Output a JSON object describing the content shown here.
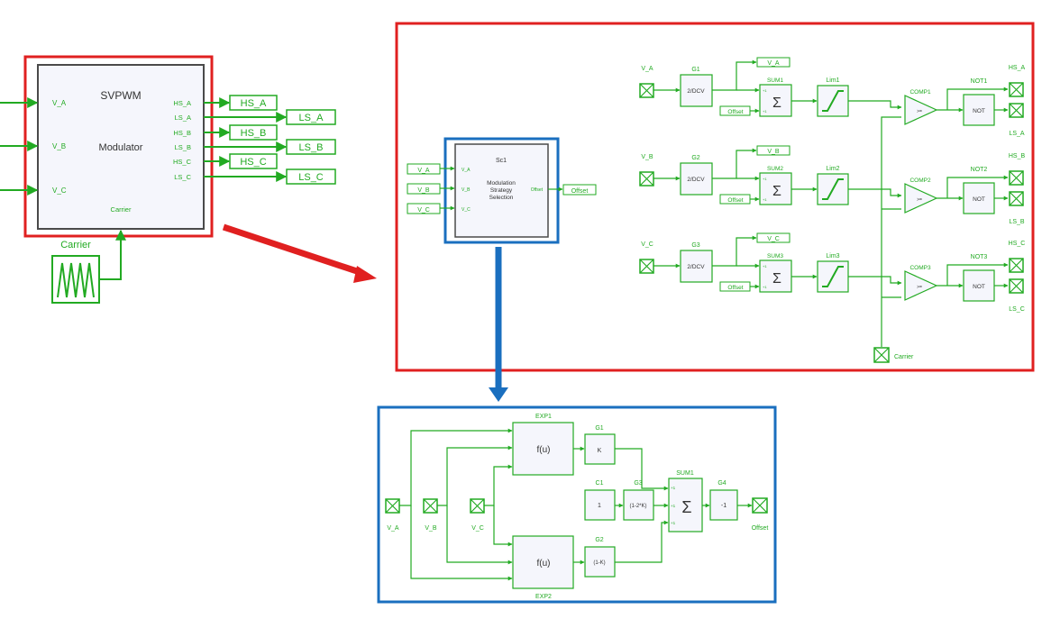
{
  "colors": {
    "wire": "#22aa22",
    "red": "#e02020",
    "blue": "#1a6fbf",
    "block_fill": "#f5f6fc",
    "block_stroke": "#4a4a4a"
  },
  "modulator": {
    "title": "SVPWM",
    "subtitle": "Modulator",
    "inputs": [
      "V_A",
      "V_B",
      "V_C"
    ],
    "outputs": [
      "HS_A",
      "LS_A",
      "HS_B",
      "LS_B",
      "HS_C",
      "LS_C"
    ],
    "carrier_port": "Carrier",
    "carrier_source": "Carrier",
    "out_tags": [
      "HS_A",
      "LS_A",
      "HS_B",
      "LS_B",
      "HS_C",
      "LS_C"
    ]
  },
  "subsystem": {
    "in_tags": [
      "V_A",
      "V_B",
      "V_C"
    ],
    "block": {
      "name": "Sc1",
      "text1": "Modulation",
      "text2": "Strategy",
      "text3": "Selection",
      "inputs": [
        "V_A",
        "V_B",
        "V_C"
      ],
      "output": "Offset"
    },
    "out_tag": "Offset"
  },
  "modulator_detail": {
    "phases": [
      {
        "input": "V_A",
        "gain_name": "G1",
        "gain": "2/DCV",
        "tag": "V_A",
        "sum": "SUM1",
        "lim": "Lim1",
        "comp": "COMP1",
        "not": "NOT1",
        "hs": "HS_A",
        "ls": "LS_A"
      },
      {
        "input": "V_B",
        "gain_name": "G2",
        "gain": "2/DCV",
        "tag": "V_B",
        "sum": "SUM2",
        "lim": "Lim2",
        "comp": "COMP2",
        "not": "NOT2",
        "hs": "HS_B",
        "ls": "LS_B"
      },
      {
        "input": "V_C",
        "gain_name": "G3",
        "gain": "2/DCV",
        "tag": "V_C",
        "sum": "SUM3",
        "lim": "Lim3",
        "comp": "COMP3",
        "not": "NOT3",
        "hs": "HS_C",
        "ls": "LS_C"
      }
    ],
    "offset_tag": "Offset",
    "sum_ports": "+1",
    "sigma": "Σ",
    "comp_symbol": ">=",
    "not_text": "NOT",
    "carrier": "Carrier"
  },
  "strategy_detail": {
    "inputs": [
      "V_A",
      "V_B",
      "V_C"
    ],
    "exp1": "EXP1",
    "exp2": "EXP2",
    "fu": "f(u)",
    "g1": {
      "name": "G1",
      "value": "K"
    },
    "c1": {
      "name": "C1",
      "value": "1"
    },
    "g3": {
      "name": "G3",
      "value": "(1-2*K)"
    },
    "g2": {
      "name": "G2",
      "value": "(1-K)"
    },
    "sum": "SUM1",
    "sum_ports": "+1",
    "sigma": "Σ",
    "g4": {
      "name": "G4",
      "value": "-1"
    },
    "output": "Offset"
  }
}
